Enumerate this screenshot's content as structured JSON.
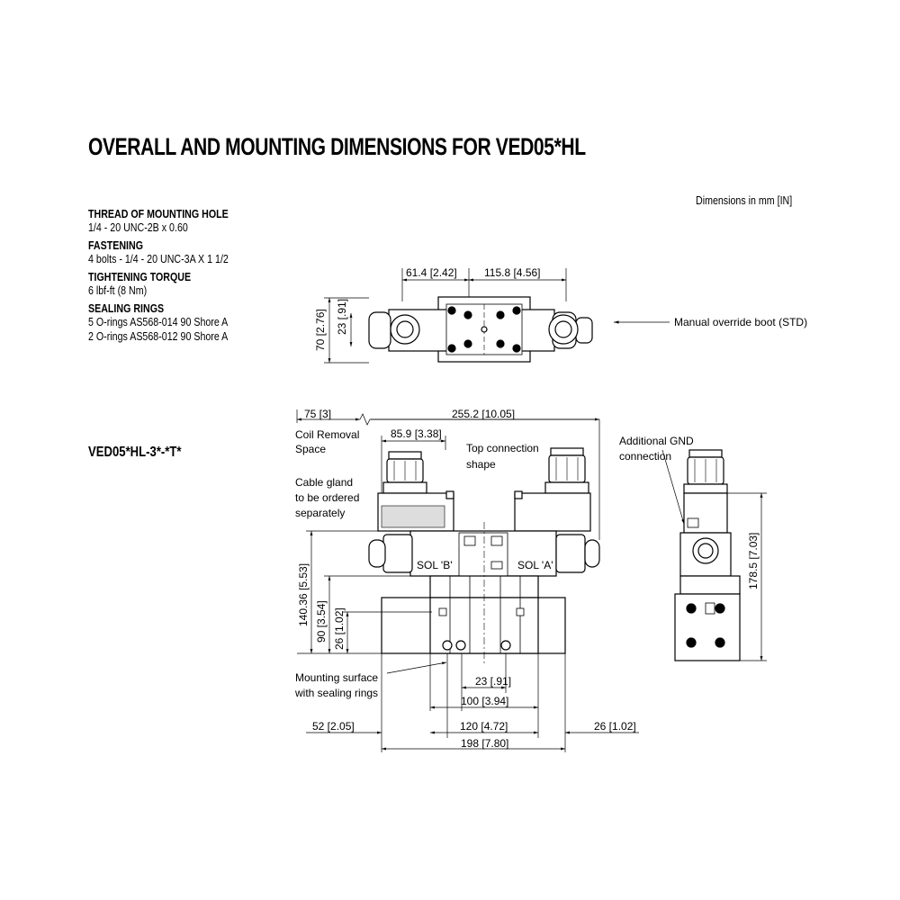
{
  "title": "OVERALL AND MOUNTING DIMENSIONS FOR VED05*HL",
  "units_note": "Dimensions in mm [IN]",
  "specs": [
    {
      "heading": "THREAD OF MOUNTING HOLE",
      "lines": [
        "1/4 - 20 UNC-2B x 0.60"
      ]
    },
    {
      "heading": "FASTENING",
      "lines": [
        "4 bolts  - 1/4 - 20 UNC-3A X 1 1/2"
      ]
    },
    {
      "heading": "TIGHTENING TORQUE",
      "lines": [
        "6 lbf-ft (8 Nm)"
      ]
    },
    {
      "heading": "SEALING RINGS",
      "lines": [
        "5 O-rings AS568-014 90 Shore A",
        "2 O-rings AS568-012 90 Shore A"
      ]
    }
  ],
  "variant_label": "VED05*HL-3*-*T*",
  "top_view": {
    "dim_61_4": "61.4  [2.42]",
    "dim_115_8": "115.8  [4.56]",
    "dim_23": "23  [.91]",
    "dim_70": "70  [2.76]",
    "manual_override": "Manual override boot (STD)"
  },
  "front_view": {
    "dim_75": "75  [3]",
    "dim_255_2": "255.2  [10.05]",
    "coil_removal_1": "Coil Removal",
    "coil_removal_2": "Space",
    "dim_85_9": "85.9  [3.38]",
    "top_connection_1": "Top connection",
    "top_connection_2": "shape",
    "cable_gland_1": "Cable gland",
    "cable_gland_2": "to be ordered",
    "cable_gland_3": "separately",
    "sol_b": "SOL 'B'",
    "sol_a": "SOL 'A'",
    "dim_140_36": "140.36  [5.53]",
    "dim_90": "90  [3.54]",
    "dim_26": "26  [1.02]",
    "mounting_surface_1": "Mounting surface",
    "mounting_surface_2": "with sealing rings",
    "dim_23": "23  [.91]",
    "dim_100": "100  [3.94]",
    "dim_52": "52  [2.05]",
    "dim_120": "120  [4.72]",
    "dim_26_right": "26  [1.02]",
    "dim_198": "198  [7.80]"
  },
  "side_view": {
    "gnd_1": "Additional GND",
    "gnd_2": "connection",
    "dim_178_5": "178.5  [7.03]"
  }
}
